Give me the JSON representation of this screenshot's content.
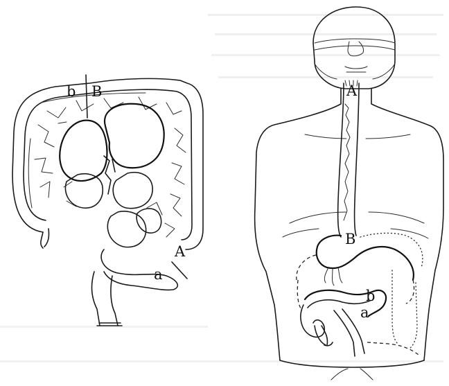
{
  "left_figure": {
    "labels": {
      "b": "b",
      "B": "B",
      "A": "A",
      "a": "a"
    }
  },
  "right_figure": {
    "labels": {
      "A": "A",
      "B": "B",
      "b": "b",
      "a": "a"
    }
  }
}
